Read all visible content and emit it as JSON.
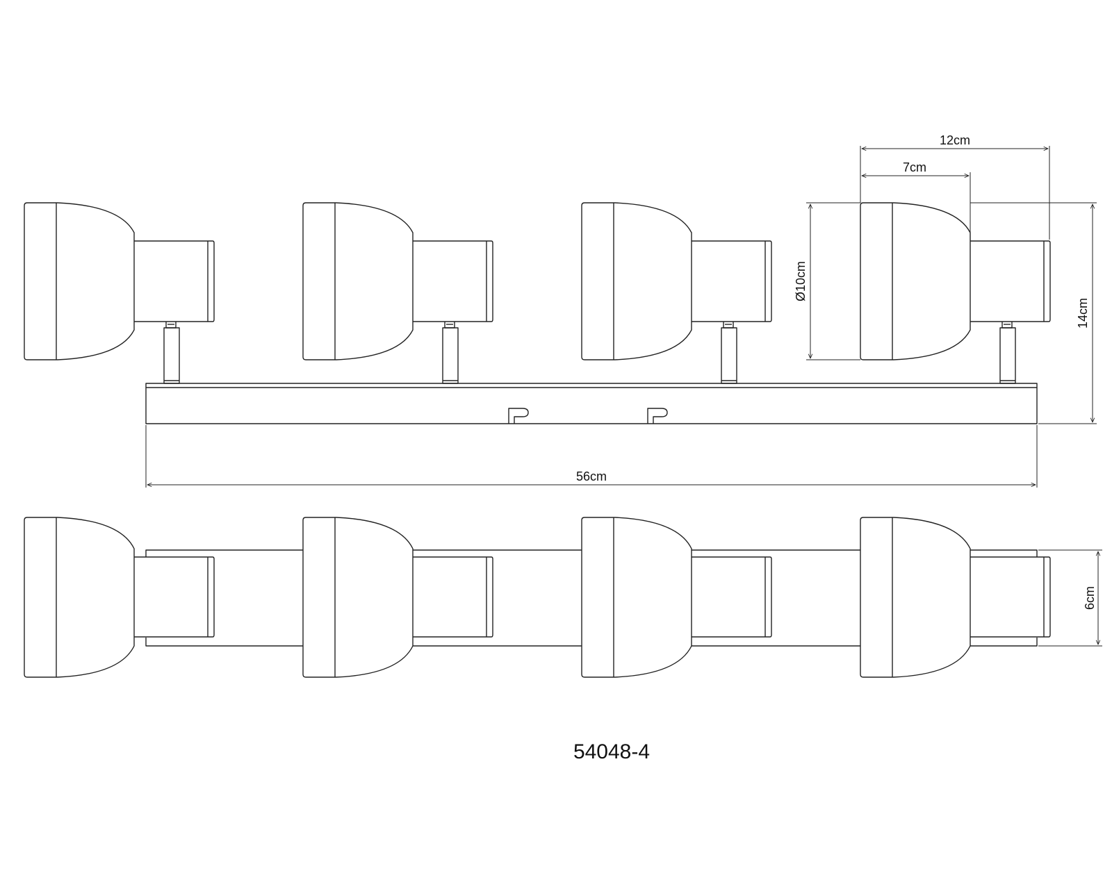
{
  "drawing": {
    "model_number": "54048-4",
    "dimensions": {
      "total_length": "56cm",
      "spot_depth": "12cm",
      "shade_depth": "7cm",
      "shade_diameter": "Ø10cm",
      "total_height": "14cm",
      "base_width": "6cm"
    },
    "spot_count": 4
  }
}
